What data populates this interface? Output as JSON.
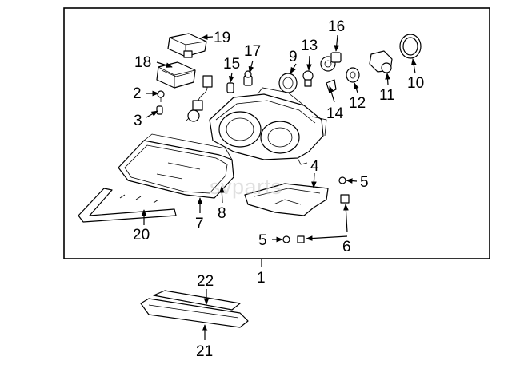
{
  "diagram": {
    "watermark": "svparts",
    "callouts": [
      {
        "id": "1",
        "label": "1"
      },
      {
        "id": "2",
        "label": "2"
      },
      {
        "id": "3",
        "label": "3"
      },
      {
        "id": "4",
        "label": "4"
      },
      {
        "id": "5a",
        "label": "5"
      },
      {
        "id": "5b",
        "label": "5"
      },
      {
        "id": "6",
        "label": "6"
      },
      {
        "id": "7",
        "label": "7"
      },
      {
        "id": "8",
        "label": "8"
      },
      {
        "id": "9",
        "label": "9"
      },
      {
        "id": "10",
        "label": "10"
      },
      {
        "id": "11",
        "label": "11"
      },
      {
        "id": "12",
        "label": "12"
      },
      {
        "id": "13",
        "label": "13"
      },
      {
        "id": "14",
        "label": "14"
      },
      {
        "id": "15",
        "label": "15"
      },
      {
        "id": "16",
        "label": "16"
      },
      {
        "id": "17",
        "label": "17"
      },
      {
        "id": "18",
        "label": "18"
      },
      {
        "id": "19",
        "label": "19"
      },
      {
        "id": "20",
        "label": "20"
      },
      {
        "id": "21",
        "label": "21"
      },
      {
        "id": "22",
        "label": "22"
      }
    ]
  }
}
